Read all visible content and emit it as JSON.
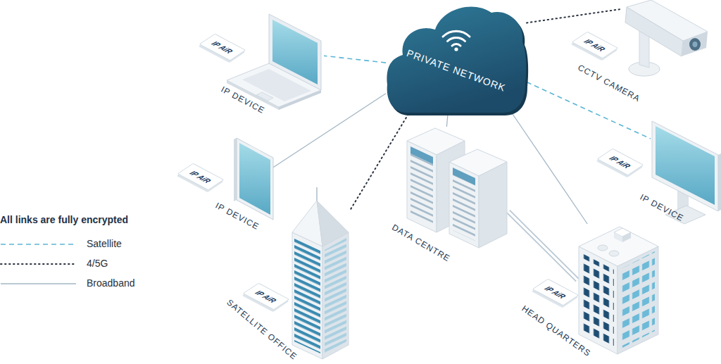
{
  "diagram": {
    "nodes": [
      {
        "text": [
          "PRIVATE NETWORK"
        ]
      },
      {
        "text": [
          "IP DEVICE"
        ]
      },
      {
        "text": [
          "CCTV CAMERA"
        ]
      },
      {
        "text": [
          "IP DEVICE"
        ]
      },
      {
        "text": [
          "DATA CENTRE"
        ]
      },
      {
        "text": [
          "IP DEVICE"
        ]
      },
      {
        "text": [
          "SATELLITE OFFICE"
        ]
      },
      {
        "text": [
          "HEAD QUARTERS"
        ]
      },
      {
        "text": [
          "IP AiR"
        ]
      },
      {
        "text": [
          "IP AiR"
        ]
      },
      {
        "text": [
          "IP AiR"
        ]
      },
      {
        "text": [
          "IP AiR"
        ]
      },
      {
        "text": [
          "IP AiR"
        ]
      },
      {
        "text": [
          "IP AiR"
        ]
      }
    ],
    "edges": [
      {
        "from": 0,
        "to": 1,
        "arrow": "none"
      },
      {
        "from": 0,
        "to": 2,
        "arrow": "none"
      },
      {
        "from": 0,
        "to": 5,
        "arrow": "none"
      },
      {
        "from": 0,
        "to": 3,
        "arrow": "none"
      },
      {
        "from": 0,
        "to": 6,
        "arrow": "none"
      },
      {
        "from": 0,
        "to": 4,
        "arrow": "none"
      },
      {
        "from": 0,
        "to": 7,
        "arrow": "none"
      },
      {
        "from": 4,
        "to": 7,
        "arrow": "none"
      }
    ],
    "labels": [
      "All links are fully encrypted"
    ],
    "legend": [
      {
        "text": "Satellite"
      },
      {
        "text": "4/5G"
      },
      {
        "text": "Broadband"
      }
    ]
  }
}
